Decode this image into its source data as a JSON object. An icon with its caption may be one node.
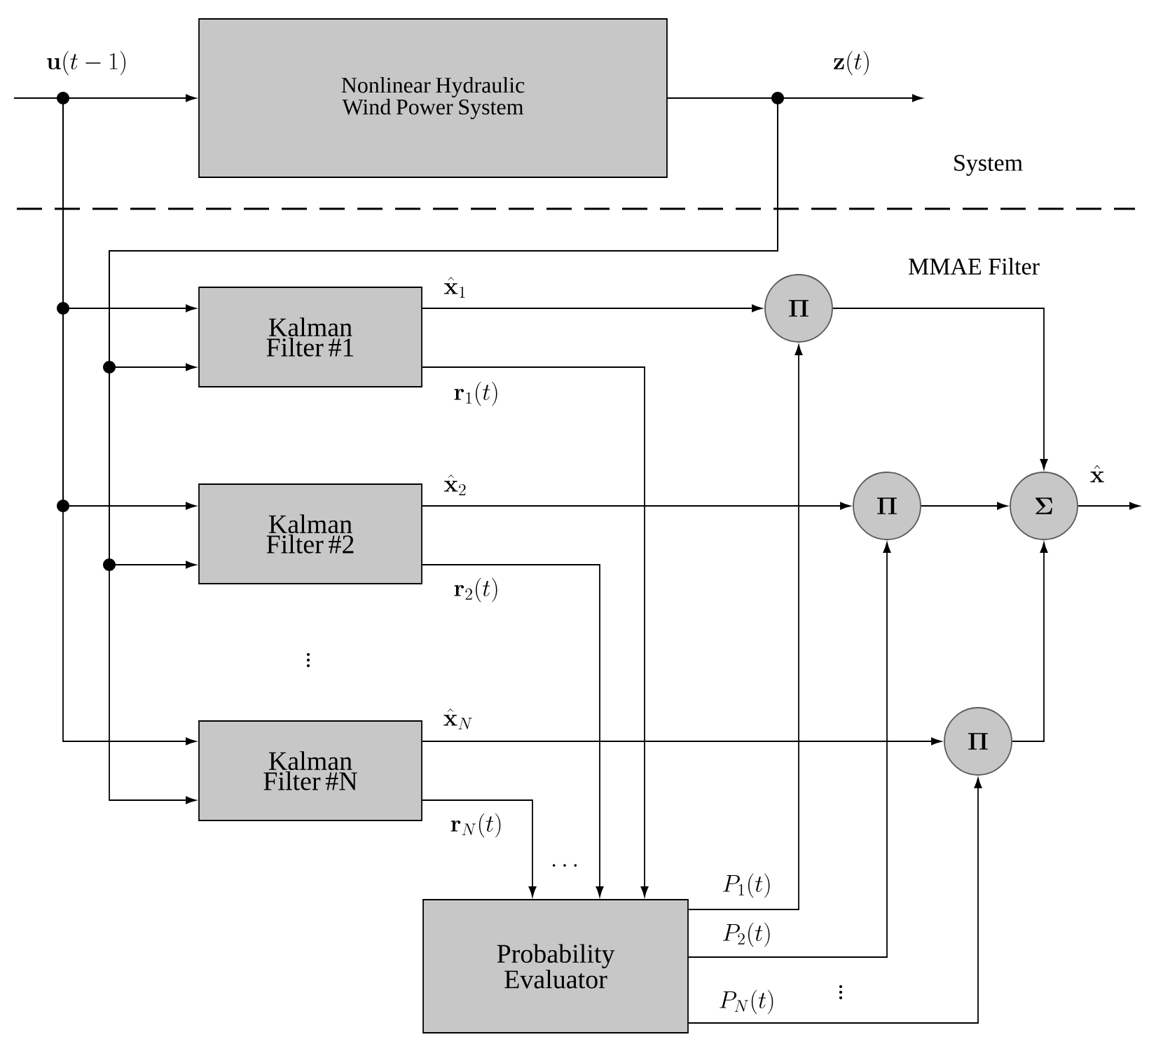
{
  "diagram": {
    "nodes": [
      {
        "text": [
          "Nonlinear Hydraulic Wind Power System"
        ]
      },
      {
        "text": [
          "Kalman Filter #1"
        ]
      },
      {
        "text": [
          "Kalman Filter #2"
        ]
      },
      {
        "text": [
          "Kalman Filter #N"
        ]
      },
      {
        "text": [
          "Probability Evaluator"
        ]
      },
      {
        "text": [
          "\\mathbf{\\Pi}"
        ]
      },
      {
        "text": [
          "\\mathbf{\\Pi}"
        ]
      },
      {
        "text": [
          "\\mathbf{\\Sigma}"
        ]
      },
      {
        "text": [
          "\\mathbf{\\Pi}"
        ]
      }
    ],
    "edges": [
      {
        "from": null,
        "to": 0,
        "arrow": "to",
        "label": "\\mathbf{u}(t-1)"
      },
      {
        "from": 0,
        "to": null,
        "arrow": "to",
        "label": "\\mathbf{z}(t)"
      },
      {
        "from": null,
        "to": 1,
        "arrow": "to"
      },
      {
        "from": null,
        "to": 2,
        "arrow": "to"
      },
      {
        "from": null,
        "to": 3,
        "arrow": "to"
      },
      {
        "from": 0,
        "to": 1,
        "arrow": "to"
      },
      {
        "from": 0,
        "to": 2,
        "arrow": "to"
      },
      {
        "from": 0,
        "to": 3,
        "arrow": "to"
      },
      {
        "from": 1,
        "to": 5,
        "arrow": "to",
        "label": "\\hat{\\mathbf{x}}_1"
      },
      {
        "from": 1,
        "to": 4,
        "arrow": "to",
        "label": "\\mathbf{r}_1(t)"
      },
      {
        "from": 2,
        "to": 6,
        "arrow": "to",
        "label": "\\hat{\\mathbf{x}}_2"
      },
      {
        "from": 2,
        "to": 4,
        "arrow": "to",
        "label": "\\mathbf{r}_2(t)"
      },
      {
        "from": 3,
        "to": 8,
        "arrow": "to",
        "label": "\\hat{\\mathbf{x}}_N"
      },
      {
        "from": 3,
        "to": 4,
        "arrow": "to",
        "label": "\\mathbf{r}_N(t)"
      },
      {
        "from": 4,
        "to": 5,
        "arrow": "to",
        "label": "P_1(t)"
      },
      {
        "from": 4,
        "to": 6,
        "arrow": "to",
        "label": "P_2(t)"
      },
      {
        "from": 4,
        "to": 8,
        "arrow": "to",
        "label": "P_N(t)"
      },
      {
        "from": 5,
        "to": 7,
        "arrow": "to"
      },
      {
        "from": 6,
        "to": 7,
        "arrow": "to"
      },
      {
        "from": 8,
        "to": 7,
        "arrow": "to"
      },
      {
        "from": 7,
        "to": null,
        "arrow": "to",
        "label": "\\hat{\\mathbf{x}}"
      }
    ],
    "labels": [
      "System",
      "MMAE Filter",
      "\\vdots",
      "\\cdots",
      "\\vdots"
    ]
  }
}
